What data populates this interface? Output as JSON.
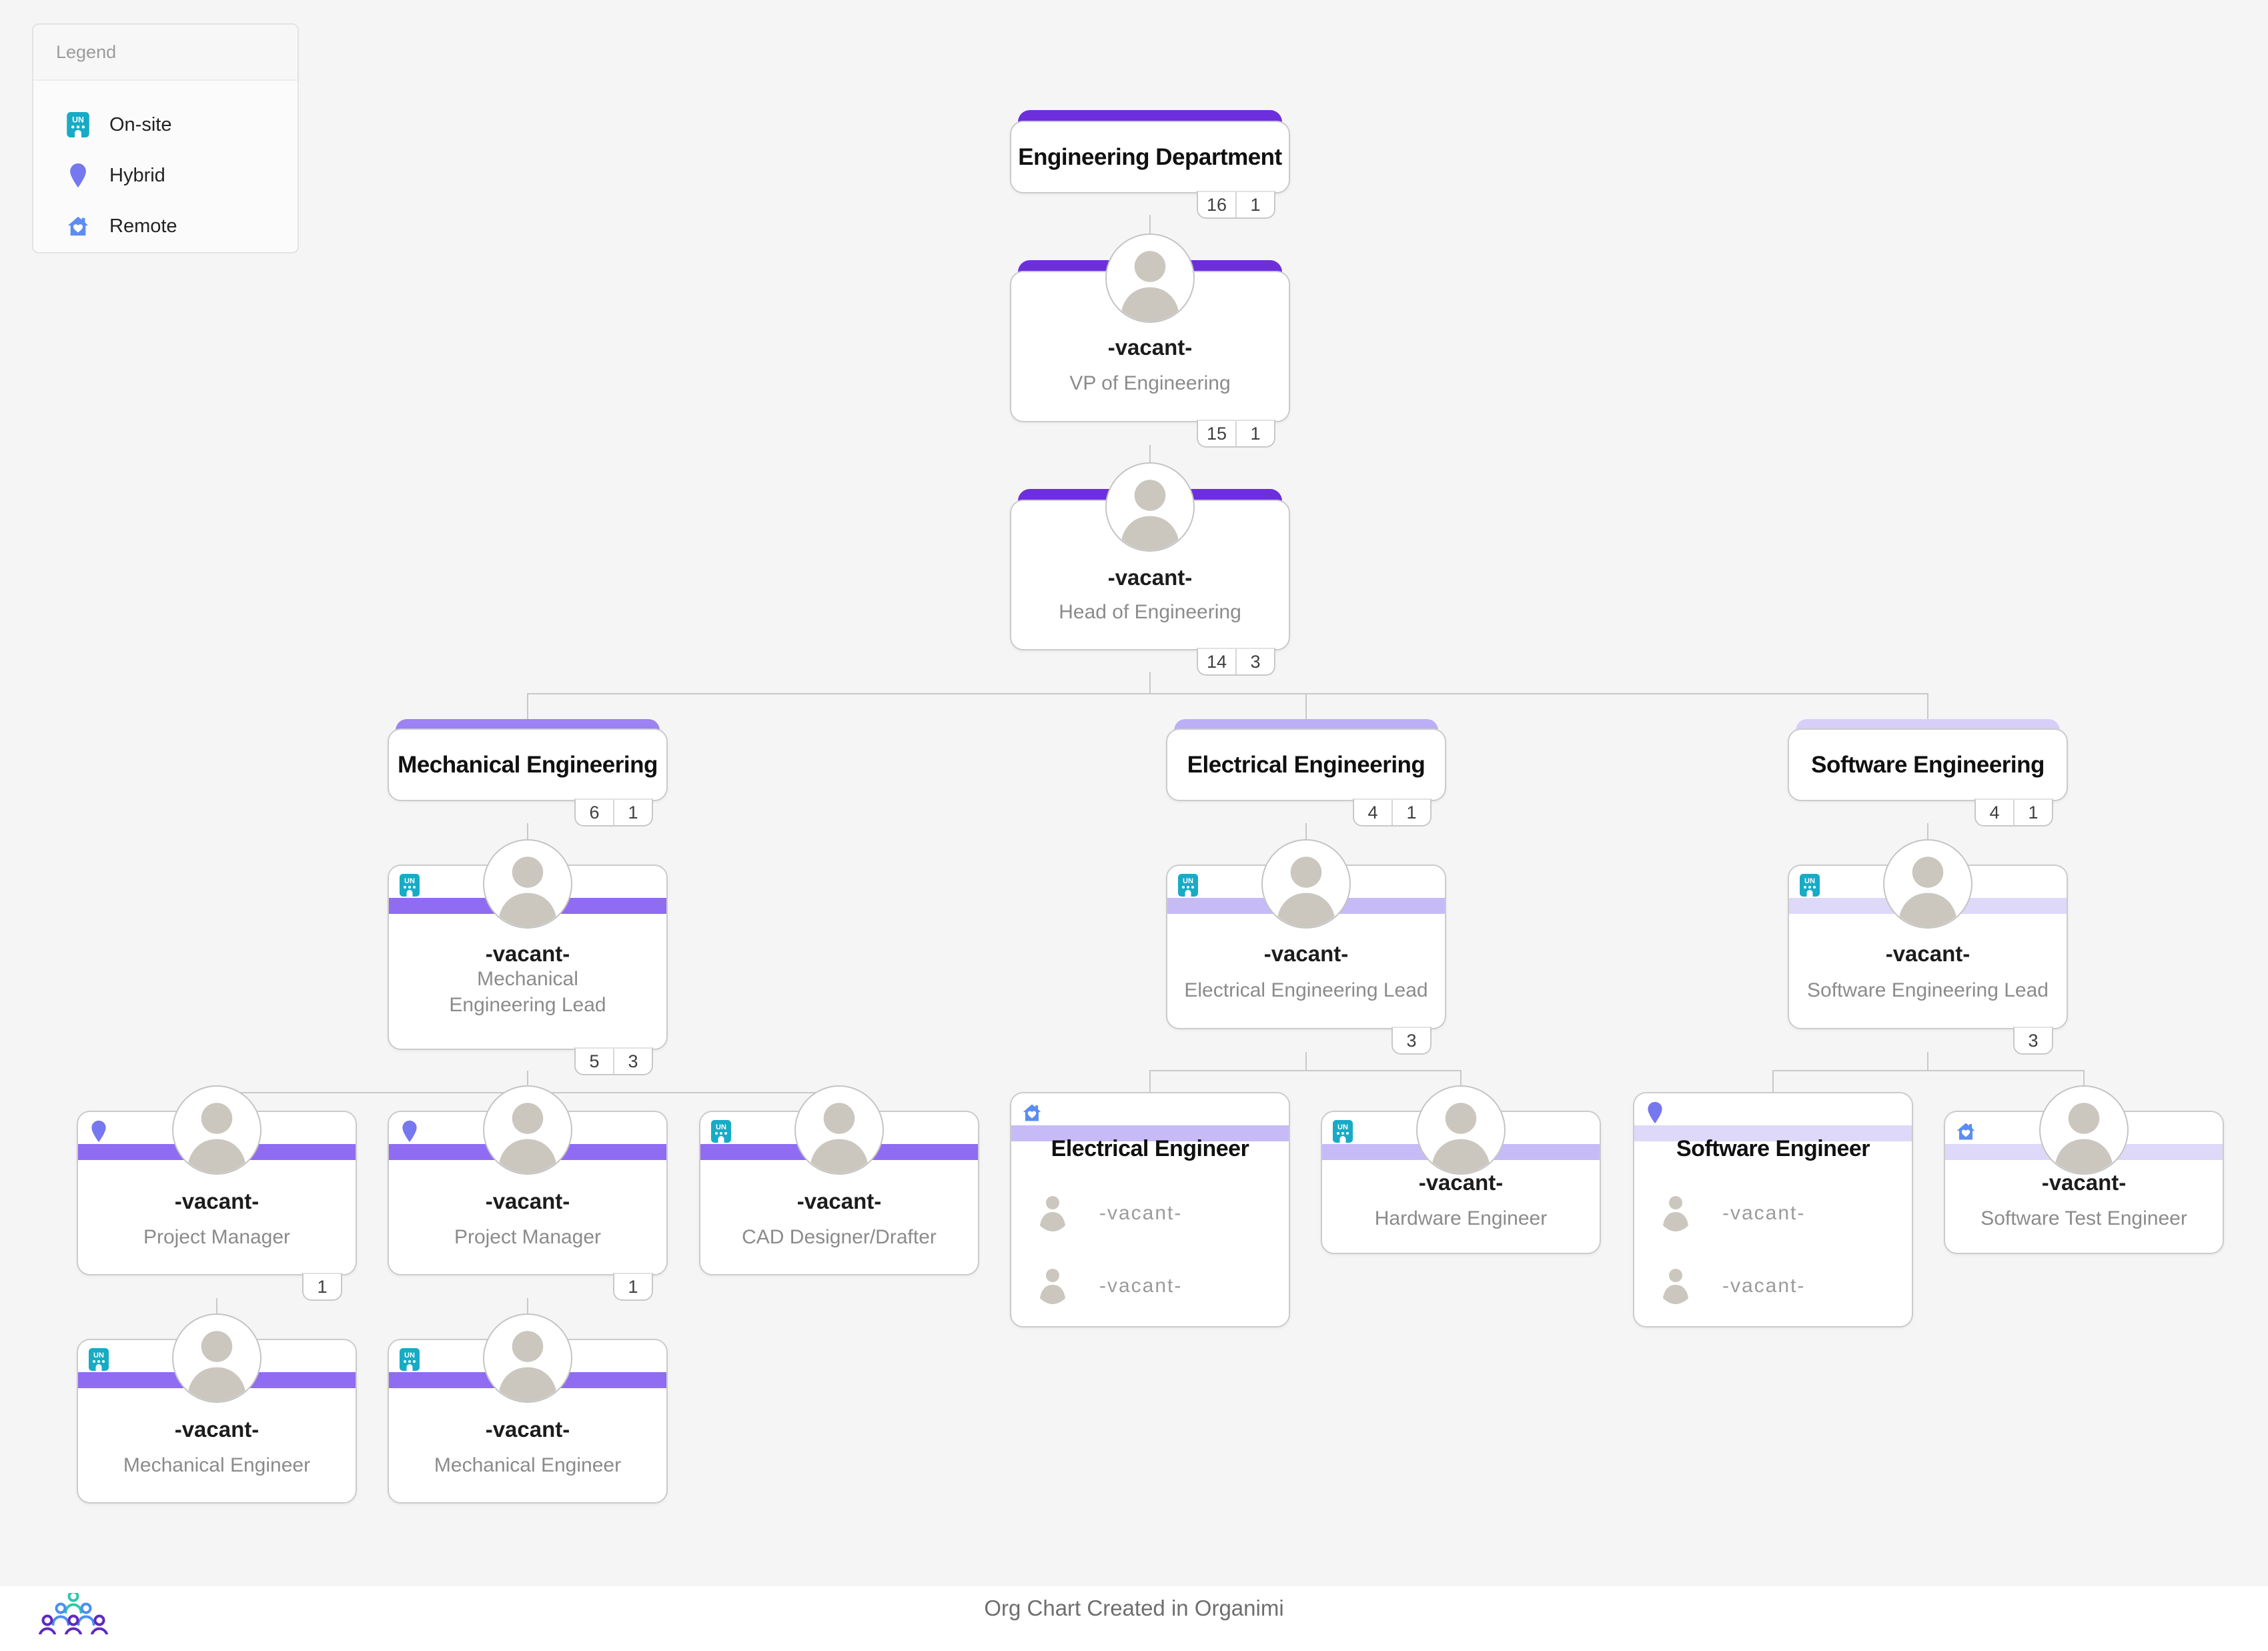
{
  "app": {
    "background": "#f5f5f6",
    "accent_violet": "#6d2fdd",
    "mechanical_band": "#8f6cf2",
    "mechanical_header": "#9c82f2",
    "electrical_band": "#c6bbf7",
    "electrical_header": "#bcaef7",
    "software_band": "#ded8f9",
    "software_header": "#d7cff8",
    "line_color": "#c9c9c9",
    "onsite_icon_color": "#17abc6",
    "hybrid_icon_color": "#7678ef",
    "remote_icon_color": "#5b8df2"
  },
  "legend": {
    "title": "Legend",
    "items": [
      {
        "icon": "building-icon",
        "label": "On-site"
      },
      {
        "icon": "map-pin-icon",
        "label": "Hybrid"
      },
      {
        "icon": "house-heart-icon",
        "label": "Remote"
      }
    ]
  },
  "nodes": {
    "eng_dept": {
      "title": "Engineering Department",
      "badge": [
        "16",
        "1"
      ]
    },
    "vp": {
      "name": "-vacant-",
      "title": "VP of Engineering",
      "badge": [
        "15",
        "1"
      ]
    },
    "head": {
      "name": "-vacant-",
      "title": "Head of Engineering",
      "badge": [
        "14",
        "3"
      ]
    },
    "mech_dept": {
      "title": "Mechanical Engineering",
      "badge": [
        "6",
        "1"
      ]
    },
    "elec_dept": {
      "title": "Electrical Engineering",
      "badge": [
        "4",
        "1"
      ]
    },
    "soft_dept": {
      "title": "Software Engineering",
      "badge": [
        "4",
        "1"
      ]
    },
    "mech_lead": {
      "name": "-vacant-",
      "title": "Mechanical Engineering Lead",
      "location": "On-site",
      "badge": [
        "5",
        "3"
      ]
    },
    "elec_lead": {
      "name": "-vacant-",
      "title": "Electrical Engineering Lead",
      "location": "On-site",
      "badge": [
        "3"
      ]
    },
    "soft_lead": {
      "name": "-vacant-",
      "title": "Software Engineering Lead",
      "location": "On-site",
      "badge": [
        "3"
      ]
    },
    "pm1": {
      "name": "-vacant-",
      "title": "Project Manager",
      "location": "Hybrid",
      "badge": [
        "1"
      ]
    },
    "pm2": {
      "name": "-vacant-",
      "title": "Project Manager",
      "location": "Hybrid",
      "badge": [
        "1"
      ]
    },
    "cad": {
      "name": "-vacant-",
      "title": "CAD Designer/Drafter",
      "location": "On-site"
    },
    "me1": {
      "name": "-vacant-",
      "title": "Mechanical Engineer",
      "location": "On-site"
    },
    "me2": {
      "name": "-vacant-",
      "title": "Mechanical Engineer",
      "location": "On-site"
    },
    "elec_engineers": {
      "title": "Electrical Engineer",
      "location": "Remote",
      "members": [
        "-vacant-",
        "-vacant-"
      ]
    },
    "hw": {
      "name": "-vacant-",
      "title": "Hardware Engineer",
      "location": "On-site"
    },
    "soft_engineers": {
      "title": "Software Engineer",
      "location": "Hybrid",
      "members": [
        "-vacant-",
        "-vacant-"
      ]
    },
    "ste": {
      "name": "-vacant-",
      "title": "Software Test Engineer",
      "location": "Remote"
    }
  },
  "footer": {
    "caption": "Org Chart Created in Organimi"
  }
}
